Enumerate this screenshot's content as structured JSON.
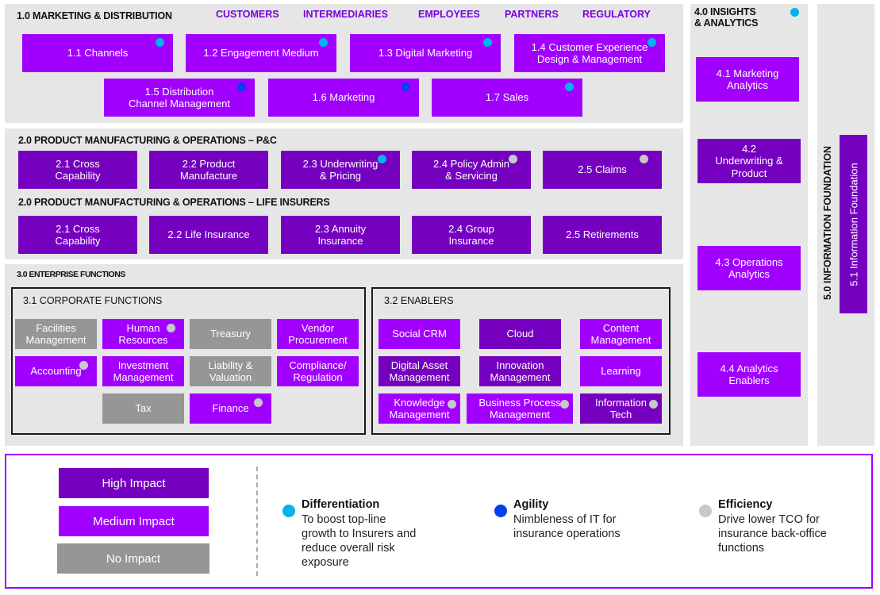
{
  "colors": {
    "high": "#7500c0",
    "medium": "#a100ff",
    "none": "#969696",
    "differentiation": "#00b2ef",
    "agility": "#0041f0",
    "efficiency": "#c8c8c8"
  },
  "sec1": {
    "title": "1.0 MARKETING & DISTRIBUTION",
    "links": [
      "CUSTOMERS",
      "INTERMEDIARIES",
      "EMPLOYEES",
      "PARTNERS",
      "REGULATORY"
    ],
    "boxes": [
      {
        "label": "1.1 Channels",
        "impact": "medium",
        "dot": "diff"
      },
      {
        "label": "1.2 Engagement Medium",
        "impact": "medium",
        "dot": "diff"
      },
      {
        "label": "1.3 Digital Marketing",
        "impact": "medium",
        "dot": "diff"
      },
      {
        "label": "1.4 Customer Experience\nDesign & Management",
        "impact": "medium",
        "dot": "diff"
      },
      {
        "label": "1.5 Distribution\nChannel Management",
        "impact": "medium",
        "dot": "agil"
      },
      {
        "label": "1.6 Marketing",
        "impact": "medium",
        "dot": "agil"
      },
      {
        "label": "1.7 Sales",
        "impact": "medium",
        "dot": "diff"
      }
    ]
  },
  "sec2a": {
    "title": "2.0 PRODUCT MANUFACTURING & OPERATIONS – P&C",
    "boxes": [
      {
        "label": "2.1 Cross\nCapability",
        "impact": "high",
        "dot": null
      },
      {
        "label": "2.2 Product\nManufacture",
        "impact": "high",
        "dot": null
      },
      {
        "label": "2.3 Underwriting\n& Pricing",
        "impact": "high",
        "dot": "diff"
      },
      {
        "label": "2.4 Policy Admin\n& Servicing",
        "impact": "high",
        "dot": "eff"
      },
      {
        "label": "2.5 Claims",
        "impact": "high",
        "dot": "eff"
      }
    ]
  },
  "sec2b": {
    "title": "2.0 PRODUCT MANUFACTURING & OPERATIONS – LIFE INSURERS",
    "boxes": [
      {
        "label": "2.1 Cross\nCapability",
        "impact": "high",
        "dot": null
      },
      {
        "label": "2.2 Life Insurance",
        "impact": "high",
        "dot": null
      },
      {
        "label": "2.3 Annuity\nInsurance",
        "impact": "high",
        "dot": null
      },
      {
        "label": "2.4 Group\nInsurance",
        "impact": "high",
        "dot": null
      },
      {
        "label": "2.5 Retirements",
        "impact": "high",
        "dot": null
      }
    ]
  },
  "sec3": {
    "title": "3.0 ENTERPRISE FUNCTIONS",
    "corporate": {
      "title": "3.1 CORPORATE FUNCTIONS",
      "boxes": [
        {
          "label": "Facilities\nManagement",
          "impact": "none",
          "dot": null
        },
        {
          "label": "Human\nResources",
          "impact": "medium",
          "dot": "eff"
        },
        {
          "label": "Treasury",
          "impact": "none",
          "dot": null
        },
        {
          "label": "Vendor\nProcurement",
          "impact": "medium",
          "dot": null
        },
        {
          "label": "Accounting",
          "impact": "medium",
          "dot": "eff"
        },
        {
          "label": "Investment\nManagement",
          "impact": "medium",
          "dot": null
        },
        {
          "label": "Liability &\nValuation",
          "impact": "none",
          "dot": null
        },
        {
          "label": "Compliance/\nRegulation",
          "impact": "medium",
          "dot": null
        },
        {
          "label": "Tax",
          "impact": "none",
          "dot": null
        },
        {
          "label": "Finance",
          "impact": "medium",
          "dot": "eff"
        }
      ]
    },
    "enablers": {
      "title": "3.2 ENABLERS",
      "boxes": [
        {
          "label": "Social CRM",
          "impact": "medium",
          "dot": null
        },
        {
          "label": "Cloud",
          "impact": "high",
          "dot": null
        },
        {
          "label": "Content\nManagement",
          "impact": "medium",
          "dot": null
        },
        {
          "label": "Digital Asset\nManagement",
          "impact": "high",
          "dot": null
        },
        {
          "label": "Innovation\nManagement",
          "impact": "high",
          "dot": null
        },
        {
          "label": "Learning",
          "impact": "medium",
          "dot": null
        },
        {
          "label": "Knowledge\nManagement",
          "impact": "medium",
          "dot": "eff"
        },
        {
          "label": "Business Process\nManagement",
          "impact": "medium",
          "dot": "eff"
        },
        {
          "label": "Information\nTech",
          "impact": "high",
          "dot": "eff"
        }
      ]
    }
  },
  "sec4": {
    "title": "4.0 INSIGHTS\n& ANALYTICS",
    "dot": "diff",
    "boxes": [
      {
        "label": "4.1 Marketing\nAnalytics",
        "impact": "medium"
      },
      {
        "label": "4.2\nUnderwriting &\nProduct",
        "impact": "high"
      },
      {
        "label": "4.3 Operations\nAnalytics",
        "impact": "medium"
      },
      {
        "label": "4.4 Analytics\nEnablers",
        "impact": "medium"
      }
    ]
  },
  "sec5": {
    "title": "5.0 INFORMATION FOUNDATION",
    "box": "5.1 Information Foundation"
  },
  "legend": {
    "impacts": [
      {
        "label": "High Impact",
        "impact": "high"
      },
      {
        "label": "Medium Impact",
        "impact": "medium"
      },
      {
        "label": "No Impact",
        "impact": "none"
      }
    ],
    "drivers": [
      {
        "title": "Differentiation",
        "desc": "To boost top-line\ngrowth to Insurers and\nreduce overall risk\nexposure",
        "dot": "diff"
      },
      {
        "title": "Agility",
        "desc": "Nimbleness of IT for\ninsurance operations",
        "dot": "agil"
      },
      {
        "title": "Efficiency",
        "desc": "Drive lower TCO for\ninsurance back-office\nfunctions",
        "dot": "eff"
      }
    ]
  }
}
